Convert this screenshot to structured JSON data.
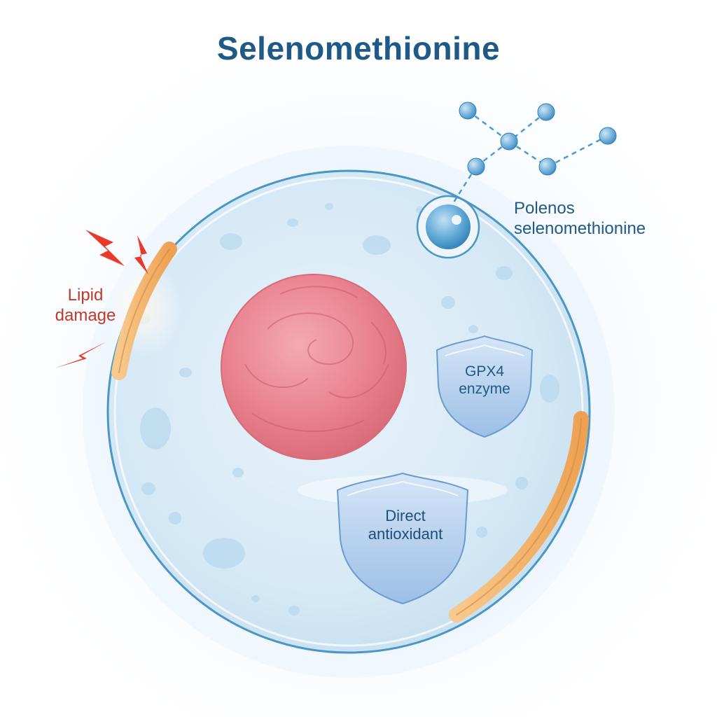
{
  "title": "Selenomethionine",
  "labels": {
    "lipid_damage_line1": "Lipid",
    "lipid_damage_line2": "damage",
    "selenomethionine_line1": "Polenos",
    "selenomethionine_line2": "selenomethionine",
    "gpx4_line1": "GPX4",
    "gpx4_line2": "enzyme",
    "direct_line1": "Direct",
    "direct_line2": "antioxidant"
  },
  "colors": {
    "title": "#1f5a87",
    "lipid_label": "#c0392b",
    "membrane_outline": "#4a96c4",
    "cell_fill": "#dcecf7",
    "nucleus": "#e8838f",
    "lipid_patch": "#f3b56a",
    "shield": "#a9c8ea",
    "lightning": "#e8392b",
    "molecule": "#4a9bd0"
  },
  "icons": [
    "lightning-bolt-icon",
    "molecule-icon",
    "shield-icon",
    "shield-icon"
  ]
}
